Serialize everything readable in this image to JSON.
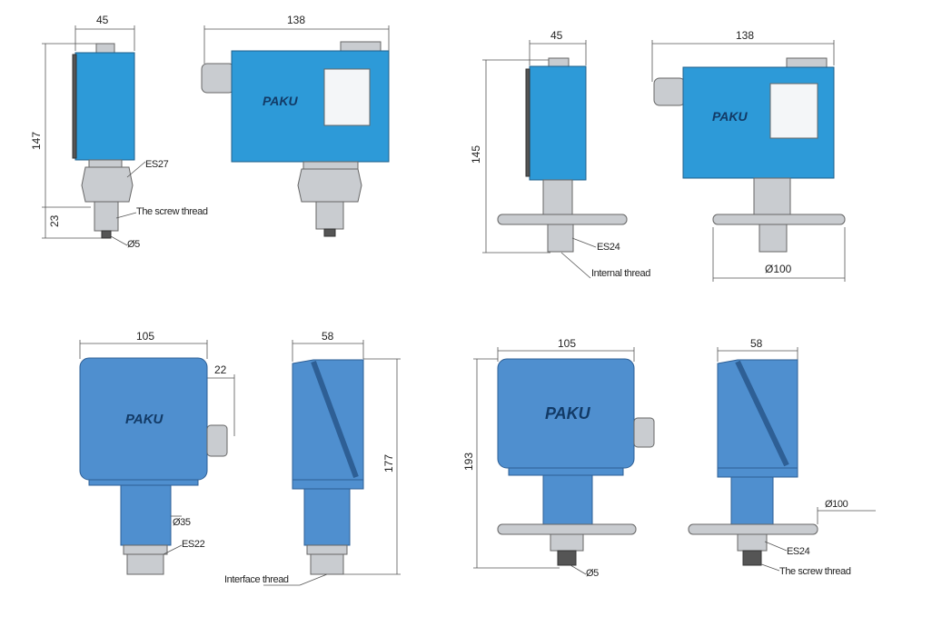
{
  "brand": "PAKU",
  "views": {
    "top_left": {
      "width_side": "45",
      "width_front": "138",
      "height": "147",
      "nut": "ES27",
      "thread_len": "23",
      "thread_label": "The screw thread",
      "tip_dia": "Ø5"
    },
    "top_right": {
      "width_side": "45",
      "width_front": "138",
      "height": "145",
      "nut": "ES24",
      "thread_label": "Internal thread",
      "flange_dia": "Ø100"
    },
    "bottom_left": {
      "width_front": "105",
      "gland": "22",
      "body_dia": "Ø35",
      "nut": "ES22",
      "width_side": "58",
      "height": "177",
      "thread_label": "Interface thread"
    },
    "bottom_right": {
      "width_front": "105",
      "height": "193",
      "width_side": "58",
      "flange_dia": "Ø100",
      "nut": "ES24",
      "tip_dia": "Ø5",
      "thread_label": "The screw thread"
    }
  }
}
